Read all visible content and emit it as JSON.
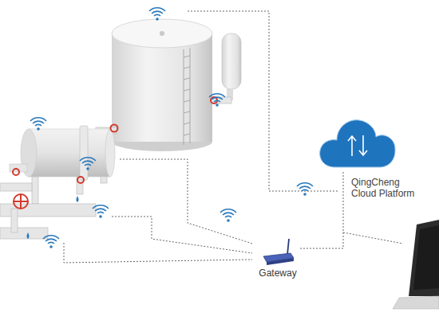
{
  "diagram": {
    "nodes": [
      {
        "text": [
          "QingCheng Cloud Platform"
        ]
      },
      {
        "text": [
          "Gateway"
        ]
      }
    ],
    "edges": [
      {
        "from": 1,
        "to": 0,
        "arrow": "none"
      }
    ]
  }
}
